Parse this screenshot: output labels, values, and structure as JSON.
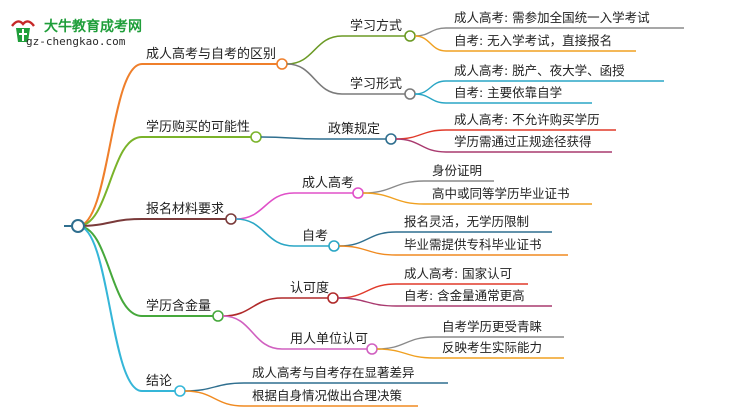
{
  "logo": {
    "title": "大牛教育成考网",
    "url": "gz-chengkao.com"
  },
  "mindmap": {
    "root": "",
    "branches": [
      {
        "label": "成人高考与自考的区别",
        "color": "#ef7f2b",
        "children": [
          {
            "label": "学习方式",
            "color": "#6b9a25",
            "children": [
              {
                "label": "成人高考: 需参加全国统一入学考试",
                "color": "#8a8a8a"
              },
              {
                "label": "自考: 无入学考试，直接报名",
                "color": "#f0a020"
              }
            ]
          },
          {
            "label": "学习形式",
            "color": "#7a7a7a",
            "children": [
              {
                "label": "成人高考: 脱产、夜大学、函授",
                "color": "#2aa6c5"
              },
              {
                "label": "自考: 主要依靠自学",
                "color": "#2aa6c5"
              }
            ]
          }
        ]
      },
      {
        "label": "学历购买的可能性",
        "color": "#7ab32a",
        "children": [
          {
            "label": "政策规定",
            "color": "#2f6f8f",
            "children": [
              {
                "label": "成人高考: 不允许购买学历",
                "color": "#e03a2a"
              },
              {
                "label": "学历需通过正规途径获得",
                "color": "#a93a6f"
              }
            ]
          }
        ]
      },
      {
        "label": "报名材料要求",
        "color": "#7a3a3a",
        "children": [
          {
            "label": "成人高考",
            "color": "#e050c8",
            "children": [
              {
                "label": "身份证明",
                "color": "#8a8a8a"
              },
              {
                "label": "高中或同等学历毕业证书",
                "color": "#f0a020"
              }
            ]
          },
          {
            "label": "自考",
            "color": "#2aa6c5",
            "children": [
              {
                "label": "报名灵活，无学历限制",
                "color": "#2f6f8f"
              },
              {
                "label": "毕业需提供专科毕业证书",
                "color": "#f08a20"
              }
            ]
          }
        ]
      },
      {
        "label": "学历含金量",
        "color": "#46a83c",
        "children": [
          {
            "label": "认可度",
            "color": "#b02a2a",
            "children": [
              {
                "label": "成人高考: 国家认可",
                "color": "#e03a2a"
              },
              {
                "label": "自考: 含金量通常更高",
                "color": "#a93a6f"
              }
            ]
          },
          {
            "label": "用人单位认可",
            "color": "#d060c0",
            "children": [
              {
                "label": "自考学历更受青睐",
                "color": "#8a8a8a"
              },
              {
                "label": "反映考生实际能力",
                "color": "#f0a020"
              }
            ]
          }
        ]
      },
      {
        "label": "结论",
        "color": "#35b6d8",
        "children": [
          {
            "label": "成人高考与自考存在显著差异",
            "color": "#2f6f8f"
          },
          {
            "label": "根据自身情况做出合理决策",
            "color": "#f08a20"
          }
        ]
      }
    ]
  }
}
